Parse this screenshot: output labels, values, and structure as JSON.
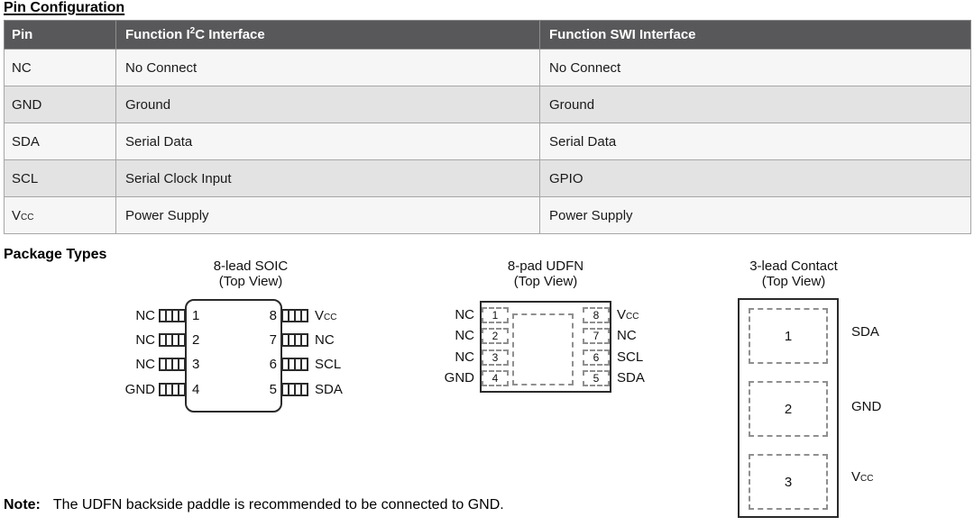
{
  "colors": {
    "table_header_bg": "#58585a",
    "row_bg": "#f6f6f6",
    "row_alt_bg": "#e3e3e4"
  },
  "page": {
    "pin_config_title": "Pin Configuration",
    "package_types_title": "Package Types",
    "note_label": "Note:",
    "note_text": "The UDFN backside paddle is recommended to be connected to GND."
  },
  "table": {
    "headers": {
      "pin": "Pin",
      "i2c_prefix": "Function I",
      "i2c_sup": "2",
      "i2c_suffix": "C Interface",
      "swi": "Function SWI Interface"
    },
    "rows": [
      {
        "pin": "NC",
        "pin_sub": "",
        "i2c": "No Connect",
        "swi": "No Connect"
      },
      {
        "pin": "GND",
        "pin_sub": "",
        "i2c": "Ground",
        "swi": "Ground"
      },
      {
        "pin": "SDA",
        "pin_sub": "",
        "i2c": "Serial Data",
        "swi": "Serial Data"
      },
      {
        "pin": "SCL",
        "pin_sub": "",
        "i2c": "Serial Clock Input",
        "swi": "GPIO"
      },
      {
        "pin": "V",
        "pin_sub": "CC",
        "i2c": "Power Supply",
        "swi": "Power Supply"
      }
    ]
  },
  "soic": {
    "title": "8-lead SOIC",
    "subtitle": "(Top View)",
    "left_pins": [
      {
        "label": "NC",
        "num": "1"
      },
      {
        "label": "NC",
        "num": "2"
      },
      {
        "label": "NC",
        "num": "3"
      },
      {
        "label": "GND",
        "num": "4"
      }
    ],
    "right_pins": [
      {
        "num": "8",
        "label": "V",
        "label_sub": "CC"
      },
      {
        "num": "7",
        "label": "NC",
        "label_sub": ""
      },
      {
        "num": "6",
        "label": "SCL",
        "label_sub": ""
      },
      {
        "num": "5",
        "label": "SDA",
        "label_sub": ""
      }
    ]
  },
  "udfn": {
    "title": "8-pad UDFN",
    "subtitle": "(Top View)",
    "left_pins": [
      {
        "label": "NC",
        "num": "1"
      },
      {
        "label": "NC",
        "num": "2"
      },
      {
        "label": "NC",
        "num": "3"
      },
      {
        "label": "GND",
        "num": "4"
      }
    ],
    "right_pins": [
      {
        "num": "8",
        "label": "V",
        "label_sub": "CC"
      },
      {
        "num": "7",
        "label": "NC",
        "label_sub": ""
      },
      {
        "num": "6",
        "label": "SCL",
        "label_sub": ""
      },
      {
        "num": "5",
        "label": "SDA",
        "label_sub": ""
      }
    ]
  },
  "contact": {
    "title": "3-lead Contact",
    "subtitle": "(Top View)",
    "pads": [
      {
        "num": "1",
        "label": "SDA",
        "label_sub": ""
      },
      {
        "num": "2",
        "label": "GND",
        "label_sub": ""
      },
      {
        "num": "3",
        "label": "V",
        "label_sub": "CC"
      }
    ]
  }
}
